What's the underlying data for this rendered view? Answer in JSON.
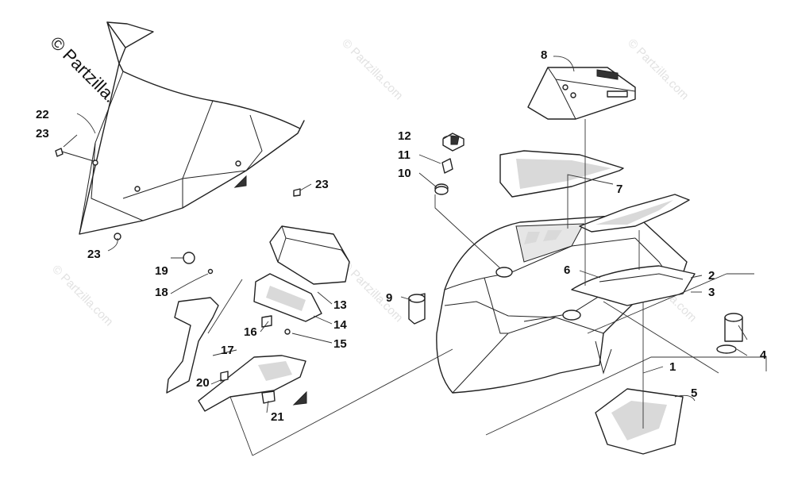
{
  "brand": {
    "watermark_text": "© Partzilla.com"
  },
  "callouts": [
    {
      "id": "c1",
      "label": "1"
    },
    {
      "id": "c2",
      "label": "2"
    },
    {
      "id": "c3",
      "label": "3"
    },
    {
      "id": "c4",
      "label": "4"
    },
    {
      "id": "c5",
      "label": "5"
    },
    {
      "id": "c6",
      "label": "6"
    },
    {
      "id": "c7",
      "label": "7"
    },
    {
      "id": "c8",
      "label": "8"
    },
    {
      "id": "c9",
      "label": "9"
    },
    {
      "id": "c10",
      "label": "10"
    },
    {
      "id": "c11",
      "label": "11"
    },
    {
      "id": "c12",
      "label": "12"
    },
    {
      "id": "c13",
      "label": "13"
    },
    {
      "id": "c14",
      "label": "14"
    },
    {
      "id": "c15",
      "label": "15"
    },
    {
      "id": "c16",
      "label": "16"
    },
    {
      "id": "c17",
      "label": "17"
    },
    {
      "id": "c18",
      "label": "18"
    },
    {
      "id": "c19",
      "label": "19"
    },
    {
      "id": "c20",
      "label": "20"
    },
    {
      "id": "c21",
      "label": "21"
    },
    {
      "id": "c22",
      "label": "22"
    },
    {
      "id": "c23a",
      "label": "23"
    },
    {
      "id": "c23b",
      "label": "23"
    },
    {
      "id": "c23c",
      "label": "23"
    }
  ]
}
